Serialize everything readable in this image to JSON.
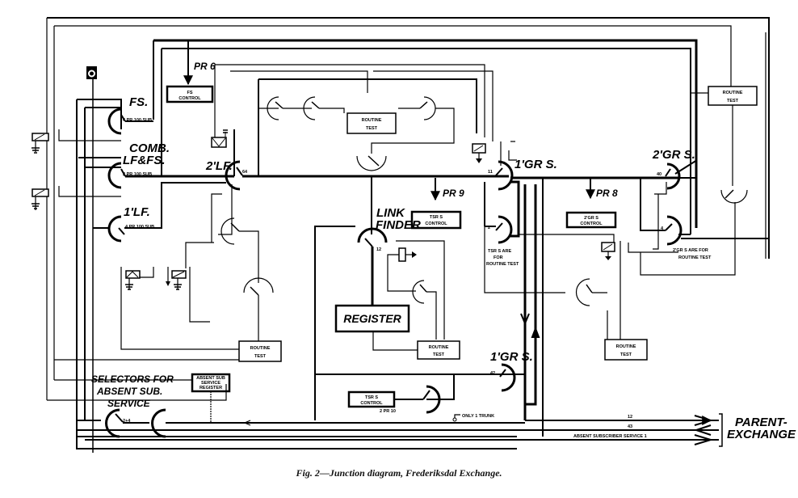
{
  "caption": "Fig. 2—Junction diagram, Frederiksdal Exchange.",
  "selector_labels": {
    "fs": "FS.",
    "comb_1": "COMB.",
    "comb_2": "LF&FS.",
    "first_lf": "1'LF.",
    "second_lf": "2'LF.",
    "link_1": "LINK",
    "link_2": "FINDER",
    "first_grs_top": "1'GR S.",
    "second_grs": "2'GR S.",
    "first_grs_bottom": "1'GR S.",
    "absent_1": "SELECTORS  FOR",
    "absent_2": "ABSENT  SUB.",
    "absent_3": "SERVICE",
    "parent_1": "PARENT-",
    "parent_2": "EXCHANGE"
  },
  "selector_notes": {
    "fs": "4 PR 100 SUB",
    "comb": "2 PR 100 SUB",
    "first_lf": "4 PR 100 SUB",
    "second_lf": "64",
    "first_grs_top": "11",
    "first_grs_lower": "2",
    "second_grs_upper": "40",
    "second_grs_lower": "4",
    "link_finder": "12",
    "first_grs_bottom": "42",
    "absent": "2+4",
    "first_grs_routine_1": "TSR S ARE",
    "first_grs_routine_2": "FOR",
    "first_grs_routine_3": "ROUTINE TEST",
    "second_grs_routine_1": "2'GR S ARE FOR",
    "second_grs_routine_2": "ROUTINE TEST",
    "tsr_control_bottom_note": "2 PR 10",
    "only_one_trunk": "ONLY 1 TRUNK"
  },
  "pulse_relays": {
    "pr6": "PR 6",
    "pr9": "PR 9",
    "pr8": "PR 8"
  },
  "boxes": {
    "fs_control_1": "FS",
    "fs_control_2": "CONTROL",
    "routine_test_1": "ROUTINE",
    "routine_test_2": "TEST",
    "tsr_control_top_1": "TSR S",
    "tsr_control_top_2": "CONTROL",
    "second_grs_control_1": "2'GR S",
    "second_grs_control_2": "CONTROL",
    "register": "REGISTER",
    "absent_register_1": "ABSENT SUB",
    "absent_register_2": "SERVICE",
    "absent_register_3": "REGISTER",
    "tsr_control_bottom_1": "TSR S",
    "tsr_control_bottom_2": "CONTROL"
  },
  "trunks": {
    "line_1": "12",
    "line_2": "43",
    "line_3": "ABSENT SUBSCRIBER SERVICE  1"
  },
  "icons": [
    "selector-arc-icon",
    "relay-icon",
    "earth-ground-icon",
    "arrow-icon",
    "meter-icon"
  ]
}
